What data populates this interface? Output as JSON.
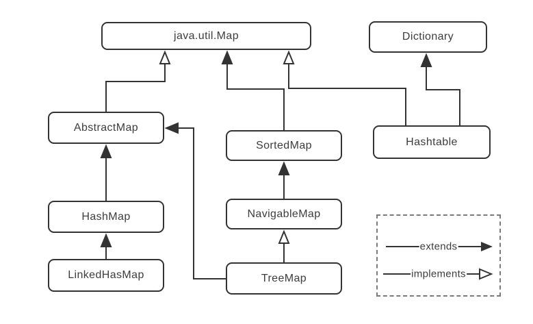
{
  "diagram": {
    "nodes": [
      {
        "id": "java-util-map",
        "label": "java.util.Map"
      },
      {
        "id": "dictionary",
        "label": "Dictionary"
      },
      {
        "id": "abstractmap",
        "label": "AbstractMap"
      },
      {
        "id": "sortedmap",
        "label": "SortedMap"
      },
      {
        "id": "hashtable",
        "label": "Hashtable"
      },
      {
        "id": "hashmap",
        "label": "HashMap"
      },
      {
        "id": "navigablemap",
        "label": "NavigableMap"
      },
      {
        "id": "linkedhasmap",
        "label": "LinkedHasMap"
      },
      {
        "id": "treemap",
        "label": "TreeMap"
      }
    ],
    "edges": [
      {
        "from": "AbstractMap",
        "to": "java.util.Map",
        "type": "implements"
      },
      {
        "from": "SortedMap",
        "to": "java.util.Map",
        "type": "extends"
      },
      {
        "from": "Hashtable",
        "to": "java.util.Map",
        "type": "implements"
      },
      {
        "from": "Hashtable",
        "to": "Dictionary",
        "type": "extends"
      },
      {
        "from": "HashMap",
        "to": "AbstractMap",
        "type": "extends"
      },
      {
        "from": "LinkedHasMap",
        "to": "HashMap",
        "type": "extends"
      },
      {
        "from": "NavigableMap",
        "to": "SortedMap",
        "type": "extends"
      },
      {
        "from": "TreeMap",
        "to": "NavigableMap",
        "type": "implements"
      },
      {
        "from": "TreeMap",
        "to": "AbstractMap",
        "type": "extends"
      }
    ],
    "legend": {
      "extends_label": "extends",
      "implements_label": "implements"
    },
    "colors": {
      "line": "#333333",
      "background": "#ffffff",
      "text": "#3c3c3c"
    }
  }
}
